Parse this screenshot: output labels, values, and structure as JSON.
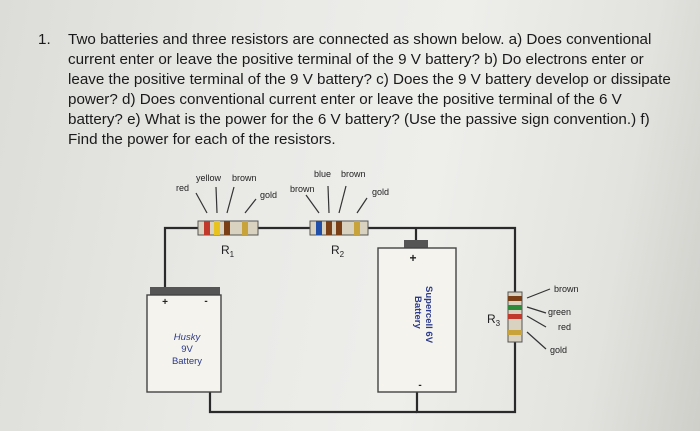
{
  "problem": {
    "number": "1.",
    "text": "Two batteries and three resistors are connected as shown below. a) Does conventional current enter or leave the positive terminal of the 9 V battery? b) Do electrons enter or leave the positive terminal of the 9 V battery? c) Does the 9 V battery develop or dissipate power? d) Does conventional current enter or leave the positive terminal of the 6 V battery? e) What is the power for the 6 V battery? (Use the passive sign convention.) f) Find the power for each of the resistors."
  },
  "circuit": {
    "r1": {
      "name": "R",
      "sub": "1",
      "bands": [
        "red",
        "yellow",
        "brown",
        "gold"
      ],
      "band_colors": [
        "#c0392b",
        "#e8c21e",
        "#7a3f16",
        "#c8a23a"
      ]
    },
    "r2": {
      "name": "R",
      "sub": "2",
      "bands": [
        "blue",
        "brown",
        "brown",
        "gold"
      ],
      "band_colors": [
        "#1f4fa8",
        "#7a3f16",
        "#7a3f16",
        "#c8a23a"
      ]
    },
    "r3": {
      "name": "R",
      "sub": "3",
      "bands": [
        "brown",
        "green",
        "red",
        "gold"
      ],
      "band_colors": [
        "#7a3f16",
        "#2e8b3a",
        "#c0392b",
        "#c8a23a"
      ]
    },
    "battery9": {
      "line1": "Husky",
      "line2": "9V",
      "line3": "Battery",
      "plus": "+",
      "minus": "-"
    },
    "battery6": {
      "line1": "Supercell 6V",
      "line2": "Battery",
      "plus": "+",
      "minus": "-"
    }
  }
}
